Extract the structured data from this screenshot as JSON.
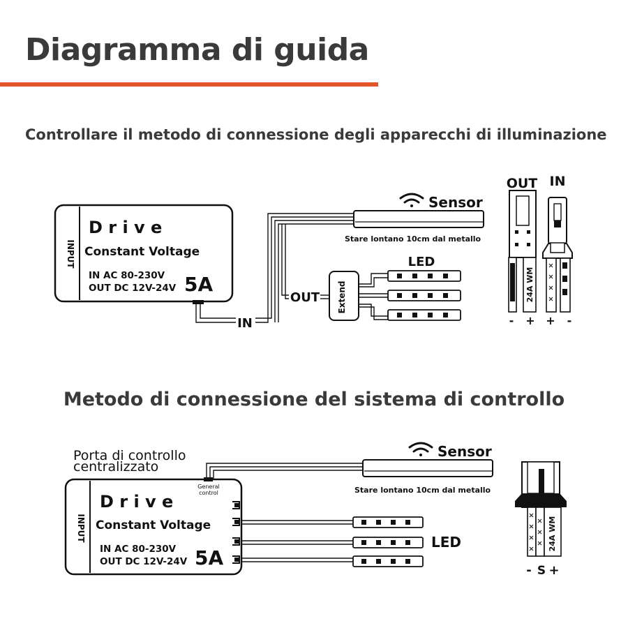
{
  "page": {
    "title": "Diagramma di guida",
    "accent_color": "#e2552a",
    "text_color": "#3a3a3a"
  },
  "section1": {
    "heading": "Controllare il metodo di connessione degli apparecchi di illuminazione",
    "driver": {
      "input_label": "INPUT",
      "name": "D r i v e",
      "type": "Constant Voltage",
      "in_spec": "IN AC 80-230V",
      "out_spec": "OUT DC 12V-24V",
      "current": "5A"
    },
    "in_label": "IN",
    "out_label": "OUT",
    "extend_label": "Extend",
    "sensor": {
      "label": "Sensor",
      "icon": "wifi-icon",
      "note": "Stare lontano 10cm dal metallo"
    },
    "led_label": "LED",
    "connector": {
      "out_label": "OUT",
      "in_label": "IN",
      "cable_text": "24A WM",
      "polarity": [
        "-",
        "+",
        "+",
        "-"
      ]
    }
  },
  "section2": {
    "heading": "Metodo di connessione del sistema di controllo",
    "port_label_line1": "Porta di controllo",
    "port_label_line2": "centralizzato",
    "general_control_line1": "General",
    "general_control_line2": "control",
    "driver": {
      "input_label": "INPUT",
      "name": "D r i v e",
      "type": "Constant Voltage",
      "in_spec": "IN AC 80-230V",
      "out_spec": "OUT DC 12V-24V",
      "current": "5A"
    },
    "sensor": {
      "label": "Sensor",
      "icon": "wifi-icon",
      "note": "Stare lontano 10cm dal metallo"
    },
    "led_label": "LED",
    "connector": {
      "cable_text": "24A WM",
      "polarity": [
        "-",
        "S",
        "+"
      ]
    }
  }
}
